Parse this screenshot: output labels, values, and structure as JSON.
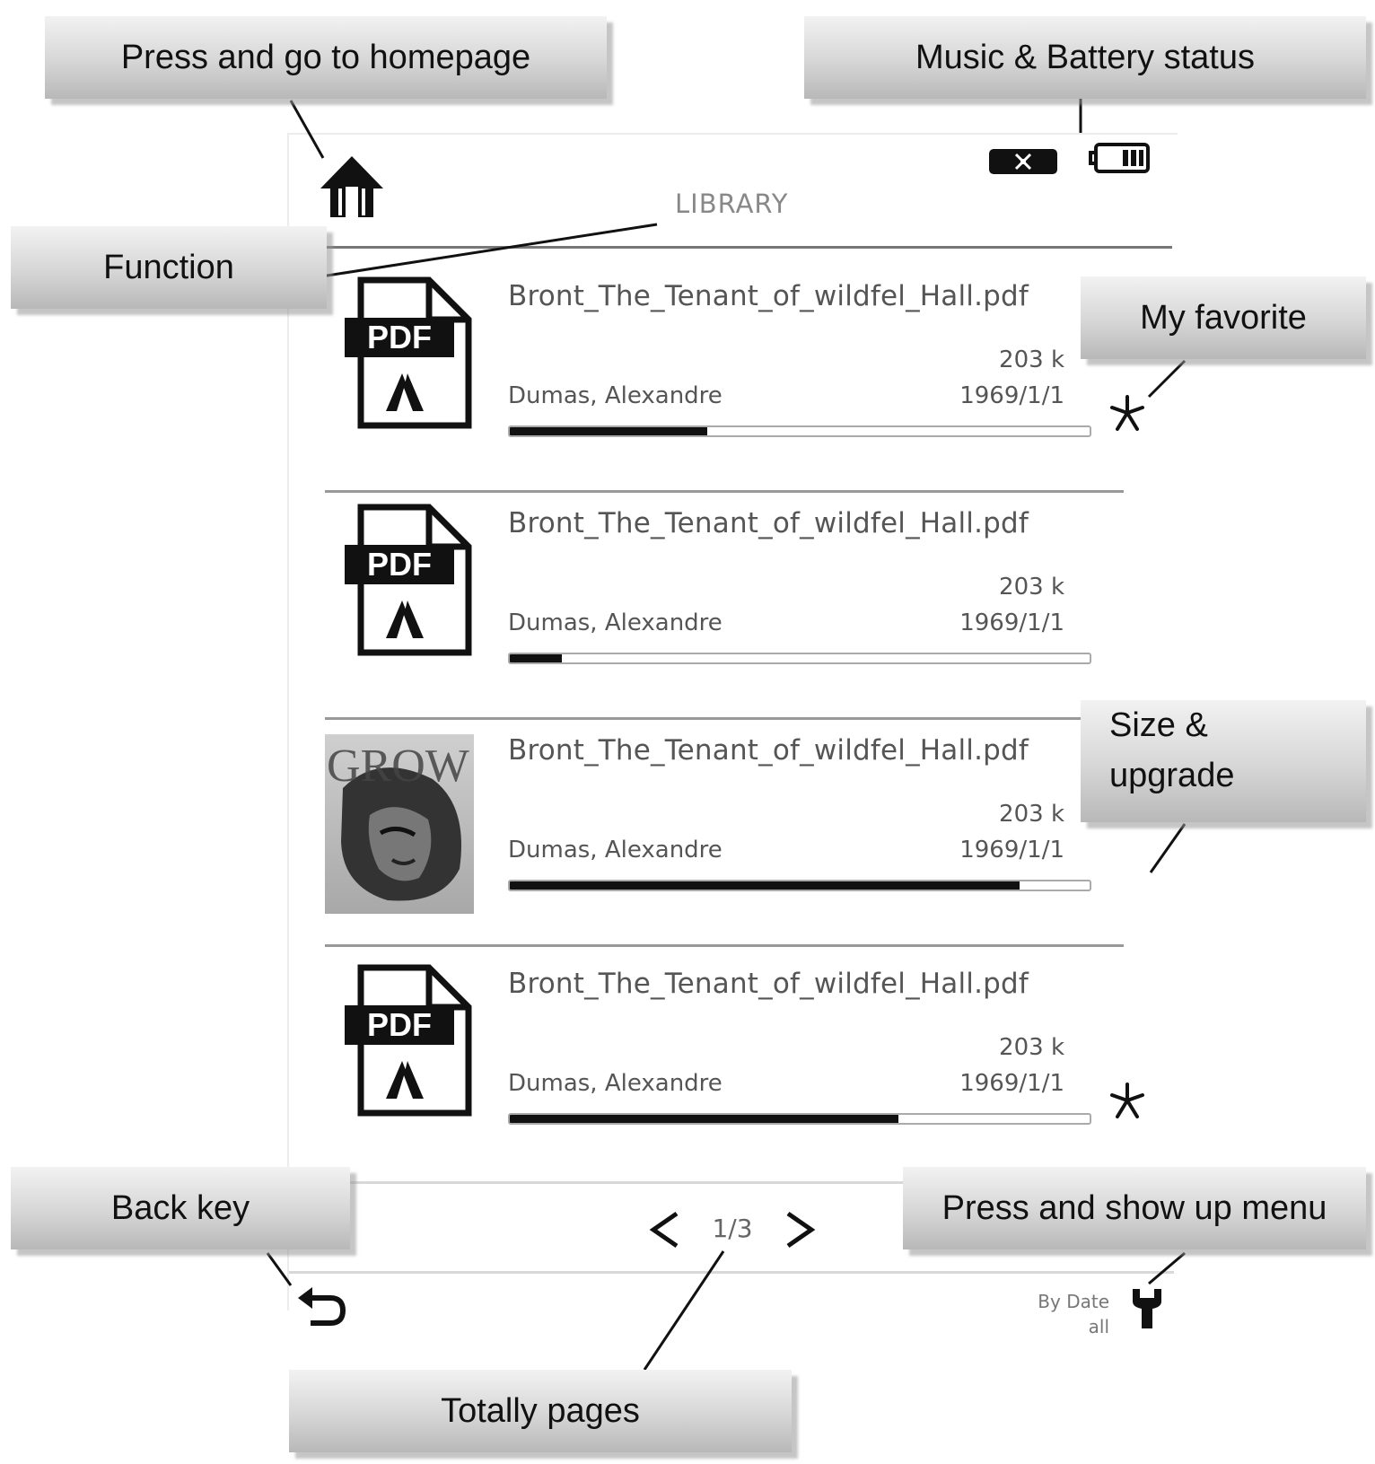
{
  "annotations": {
    "homepage": "Press and go to homepage",
    "status": "Music & Battery status",
    "function": "Function",
    "favorite": "My favorite",
    "size_upgrade_line1": "Size &",
    "size_upgrade_line2": "upgrade",
    "back": "Back key",
    "menu": "Press and show up menu",
    "pages": "Totally pages"
  },
  "header": {
    "title": "LIBRARY"
  },
  "books": [
    {
      "title": "Bront_The_Tenant_of_wildfel_Hall.pdf",
      "author": "Dumas, Alexandre",
      "size": "203 k",
      "date": "1969/1/1",
      "thumb": "pdf-icon",
      "progress": 0.34,
      "favorite": true
    },
    {
      "title": "Bront_The_Tenant_of_wildfel_Hall.pdf",
      "author": "Dumas, Alexandre",
      "size": "203 k",
      "date": "1969/1/1",
      "thumb": "pdf-icon",
      "progress": 0.09,
      "favorite": false
    },
    {
      "title": "Bront_The_Tenant_of_wildfel_Hall.pdf",
      "author": "Dumas, Alexandre",
      "size": "203 k",
      "date": "1969/1/1",
      "thumb": "book-cover",
      "cover_text": "GROW",
      "progress": 0.88,
      "favorite": false
    },
    {
      "title": "Bront_The_Tenant_of_wildfel_Hall.pdf",
      "author": "Dumas, Alexandre",
      "size": "203 k",
      "date": "1969/1/1",
      "thumb": "pdf-icon",
      "progress": 0.67,
      "favorite": true
    }
  ],
  "pdf_icon_label": "PDF",
  "footer": {
    "page": "1/3",
    "sort_line1": "By Date",
    "sort_line2": "all"
  },
  "icons": {
    "home": "home-icon",
    "music": "music-mute-icon",
    "battery": "battery-icon",
    "favorite": "asterisk-star-icon",
    "prev": "chevron-left-icon",
    "next": "chevron-right-icon",
    "back": "back-arrow-icon",
    "menu": "wrench-menu-icon"
  },
  "colors": {
    "progress_fill": "#111111",
    "callout_top": "#f2f2f2",
    "callout_bottom": "#b8b8b8"
  }
}
